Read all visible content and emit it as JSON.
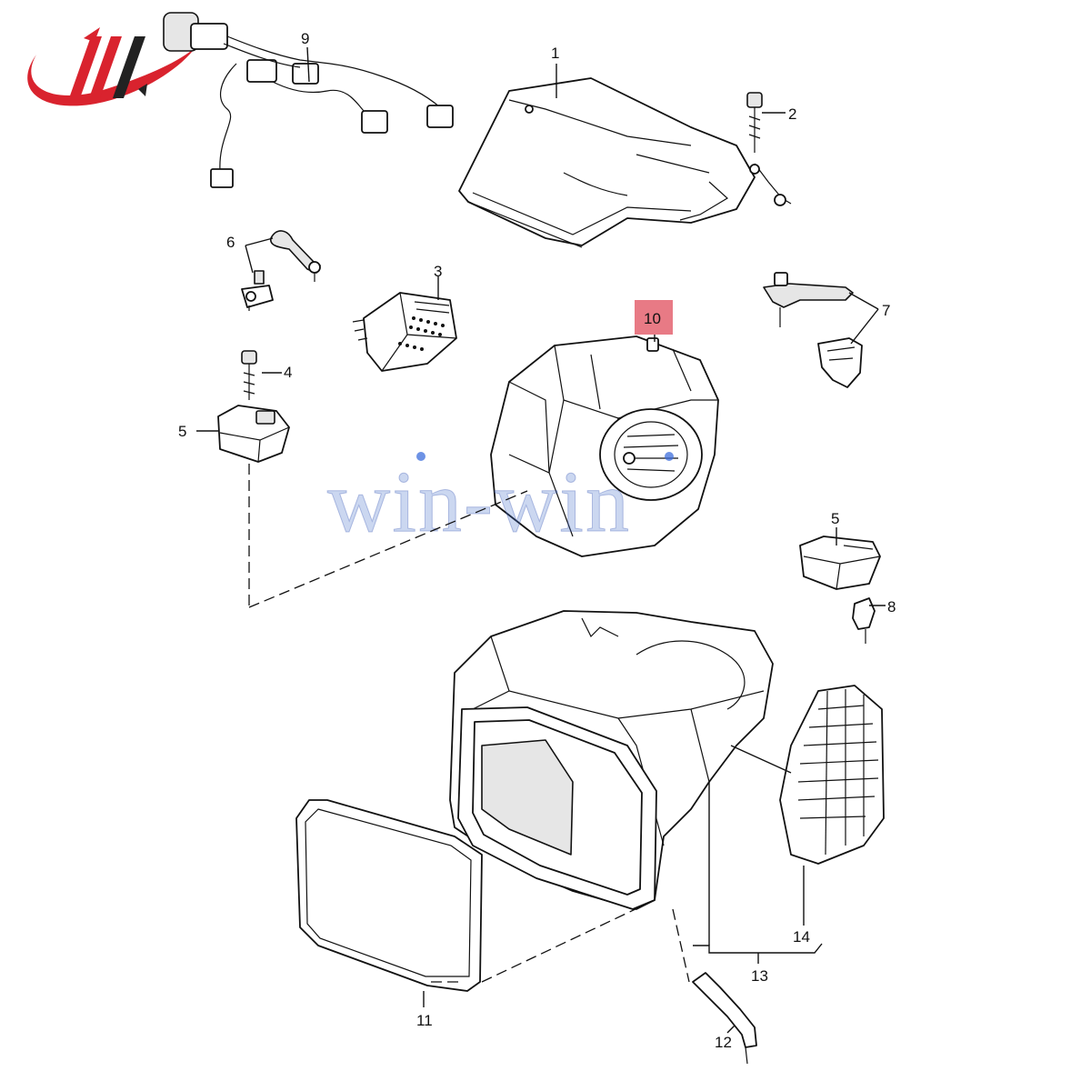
{
  "watermark": "win-win",
  "highlight_color": "#e87a85",
  "logo_colors": {
    "primary": "#d9232e",
    "secondary": "#222222"
  },
  "callouts": {
    "c1": "1",
    "c2": "2",
    "c3": "3",
    "c4": "4",
    "c5a": "5",
    "c5b": "5",
    "c6": "6",
    "c7": "7",
    "c8": "8",
    "c9": "9",
    "c10": "10",
    "c11": "11",
    "c12": "12",
    "c13": "13",
    "c14": "14"
  }
}
